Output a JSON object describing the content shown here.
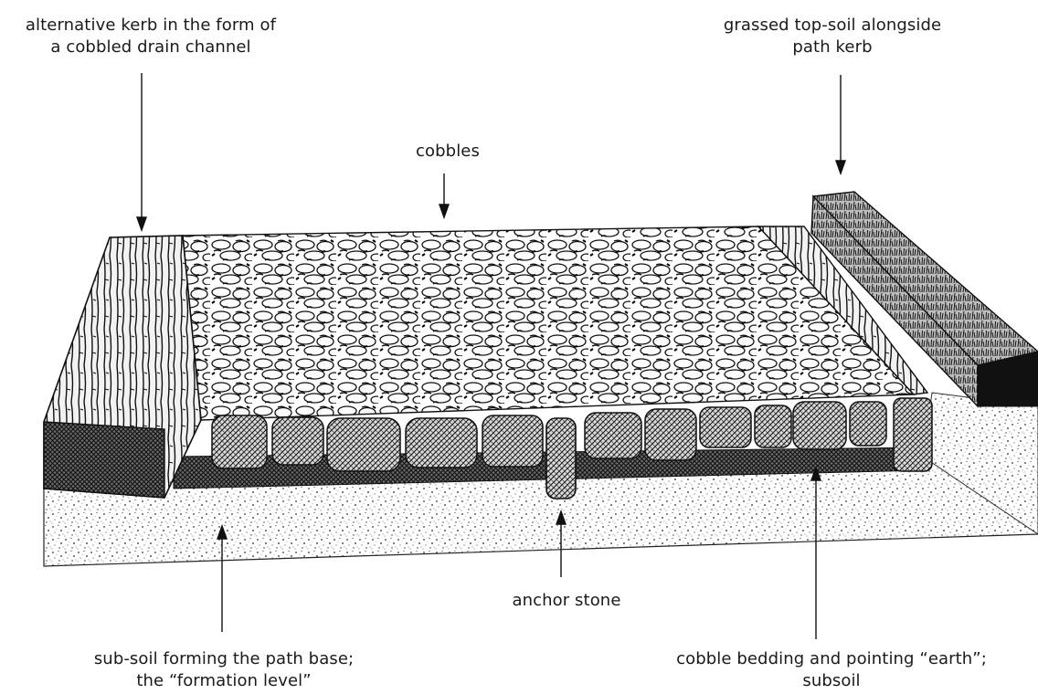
{
  "labels": {
    "kerb_channel": {
      "line1": "alternative kerb in the form of",
      "line2": "a cobbled drain channel"
    },
    "grassed_topsoil": {
      "line1": "grassed top-soil alongside",
      "line2": "path kerb"
    },
    "cobbles": {
      "line1": "cobbles"
    },
    "anchor_stone": {
      "line1": "anchor stone"
    },
    "subsoil_base": {
      "line1": "sub-soil forming the path base;",
      "line2": "the “formation level”"
    },
    "bedding": {
      "line1": "cobble bedding and pointing “earth”;",
      "line2": "subsoil"
    }
  }
}
